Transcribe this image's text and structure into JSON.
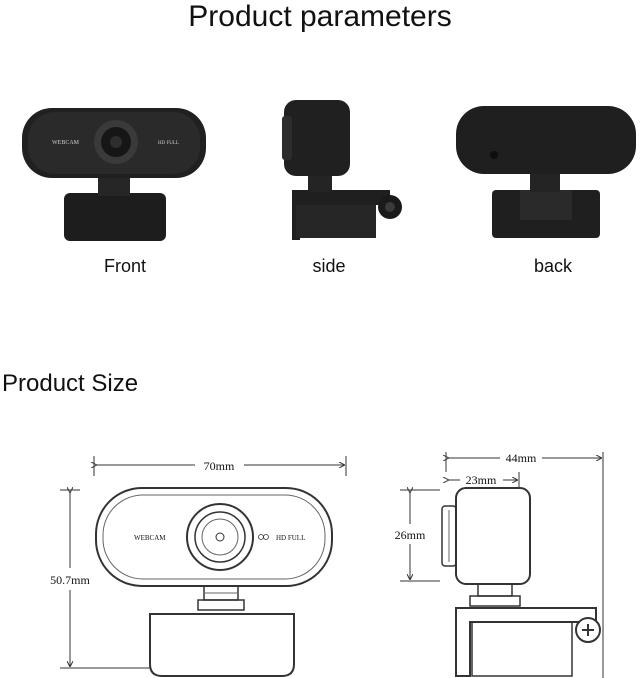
{
  "header": {
    "title": "Product parameters"
  },
  "views": [
    {
      "caption": "Front",
      "badge_left": "WEBCAM",
      "badge_right": "HD FULL"
    },
    {
      "caption": "side"
    },
    {
      "caption": "back"
    }
  ],
  "size_section": {
    "title": "Product Size",
    "front": {
      "width_label": "70mm",
      "height_label": "50.7mm",
      "badge_left": "WEBCAM",
      "badge_right": "HD FULL"
    },
    "side": {
      "depth_label": "44mm",
      "lens_depth_label": "23mm",
      "height_label": "26mm"
    }
  }
}
